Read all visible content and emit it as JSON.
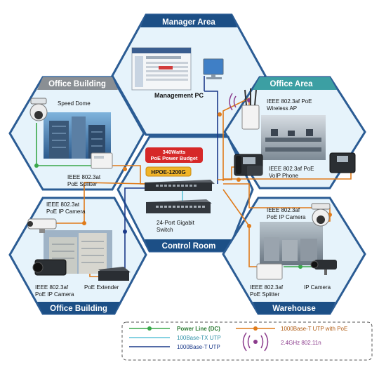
{
  "areas": {
    "manager": "Manager Area",
    "office_building_top": "Office Building",
    "office_area": "Office Area",
    "control_room": "Control Room",
    "office_building_bottom": "Office Building",
    "warehouse": "Warehouse"
  },
  "devices": {
    "management_pc": "Management PC",
    "speed_dome": "Speed Dome",
    "poe_splitter_top_l1": "IEEE 802.3at",
    "poe_splitter_top_l2": "PoE Splitter",
    "wireless_ap_l1": "IEEE 802.3af PoE",
    "wireless_ap_l2": "Wireless AP",
    "voip_l1": "IEEE 802.3af PoE",
    "voip_l2": "VoIP Phone",
    "poe_budget_l1": "340Watts",
    "poe_budget_l2": "PoE Power Budget",
    "switch_model": "HPOE-1200G",
    "gigabit_l1": "24-Port Gigabit",
    "gigabit_l2": "Switch",
    "ipcam_bl_top_l1": "IEEE 802.3at",
    "ipcam_bl_top_l2": "PoE IP Camera",
    "ipcam_bl_bot_l1": "IEEE 802.3af",
    "ipcam_bl_bot_l2": "PoE IP Camera",
    "poe_extender": "PoE Extender",
    "wh_cam_l1": "IEEE 802.3af",
    "wh_cam_l2": "PoE IP Camera",
    "wh_splitter_l1": "IEEE 802.3af",
    "wh_splitter_l2": "PoE Splitter",
    "ip_camera": "IP Camera"
  },
  "legend": {
    "power_line": "Power Line (DC)",
    "tx_utp": "100Base-TX UTP",
    "t_utp": "1000Base-T UTP",
    "t_utp_poe": "1000Base-T UTP with PoE",
    "wifi": "2.4GHz 802.11n"
  },
  "colors": {
    "hex_fill": "#e6f3fb",
    "header_dark": "#1c4f86",
    "header_teal": "#3c9fa3",
    "header_gray": "#8a8f94",
    "power_line": "#39a84a",
    "tx_utp": "#5fc4d8",
    "t_utp": "#1b3a8a",
    "poe_utp": "#e07b1a",
    "wifi": "#8b3b8c"
  }
}
